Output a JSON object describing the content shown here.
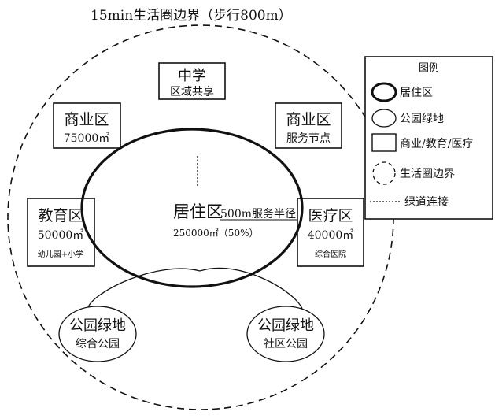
{
  "title": "15min生活圈边界（步行800m）",
  "residential": {
    "name": "居住区",
    "radius_label": "500m服务半径",
    "area": "250000㎡（50%）"
  },
  "zones": {
    "middle_school": {
      "name": "中学",
      "sub": "区域共享"
    },
    "commercial_left": {
      "name": "商业区",
      "sub": "75000㎡"
    },
    "commercial_right": {
      "name": "商业区",
      "sub": "服务节点"
    },
    "education": {
      "name": "教育区",
      "sub": "50000㎡",
      "note": "幼儿园+小学"
    },
    "medical": {
      "name": "医疗区",
      "sub": "40000㎡",
      "note": "综合医院"
    }
  },
  "parks": {
    "left": {
      "name": "公园绿地",
      "sub": "综合公园"
    },
    "right": {
      "name": "公园绿地",
      "sub": "社区公园"
    }
  },
  "legend": {
    "title": "图例",
    "items": [
      {
        "symbol": "bold-ellipse",
        "label": "居住区"
      },
      {
        "symbol": "thin-ellipse",
        "label": "公园绿地"
      },
      {
        "symbol": "rectangle",
        "label": "商业/教育/医疗"
      },
      {
        "symbol": "dashed-circle",
        "label": "生活圈边界"
      },
      {
        "symbol": "dotted-line",
        "label": "绿道连接"
      }
    ]
  }
}
